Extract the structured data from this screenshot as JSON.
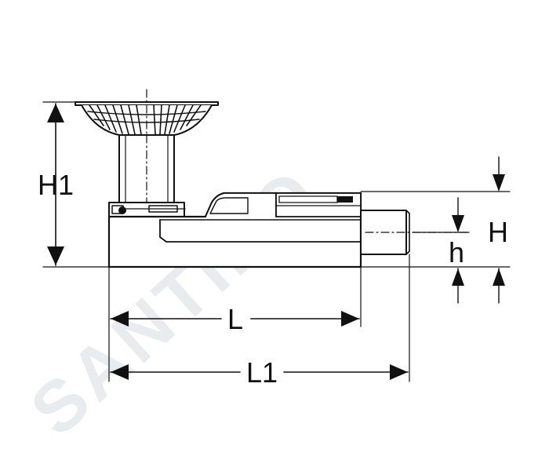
{
  "watermark": {
    "text": "SANTINO"
  },
  "dimensions": {
    "H1": "H1",
    "H": "H",
    "h": "h",
    "L": "L",
    "L1": "L1"
  },
  "colors": {
    "line": "#111111",
    "background": "#ffffff",
    "watermark": "#e9ecef"
  }
}
